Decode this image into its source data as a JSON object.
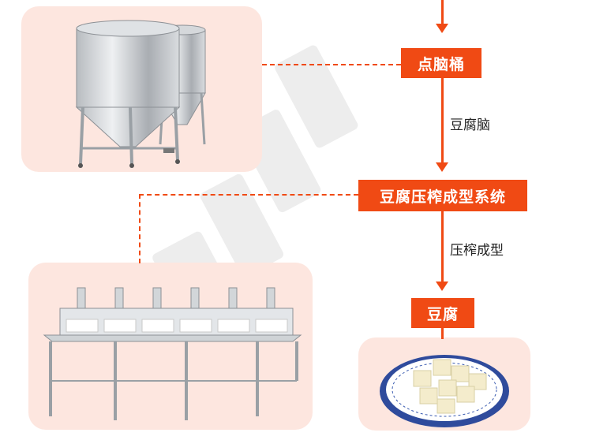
{
  "steps": [
    {
      "label": "点脑桶"
    },
    {
      "label": "豆腐压榨成型系统"
    },
    {
      "label": "豆腐"
    }
  ],
  "transitions": [
    {
      "label": "豆腐脑"
    },
    {
      "label": "压榨成型"
    }
  ],
  "colors": {
    "accent": "#f04a14",
    "panel": "#fde6df"
  },
  "images": {
    "top_left": "stainless-steel-tank-image",
    "bottom_left": "tofu-press-machine-image",
    "bottom_right": "tofu-plate-image"
  }
}
